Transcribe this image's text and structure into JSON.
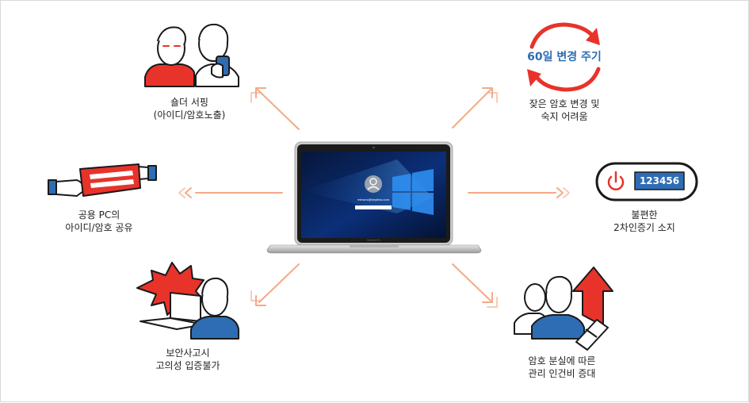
{
  "center": {
    "laptop_brand": "MacBook Air",
    "login_name": "minwoo@keyless.com"
  },
  "items": [
    {
      "id": "shoulder-surfing",
      "lines": [
        "숄더 서핑",
        "(아이디/암호노출)"
      ]
    },
    {
      "id": "password-rotation",
      "lines": [
        "잦은 암호 변경 및",
        "숙지 어려움"
      ],
      "badge": "60일 변경 주기"
    },
    {
      "id": "shared-pc",
      "lines": [
        "공용 PC의",
        "아이디/암호 공유"
      ]
    },
    {
      "id": "otp-token",
      "lines": [
        "불편한",
        "2차인증기 소지"
      ],
      "badge": "123456"
    },
    {
      "id": "security-incident",
      "lines": [
        "보안사고시",
        "고의성 입증불가"
      ]
    },
    {
      "id": "management-cost",
      "lines": [
        "암호 분실에 따른",
        "관리 인건비 증대"
      ]
    }
  ],
  "colors": {
    "arrow": "#f4a987",
    "red": "#e8332a",
    "blue": "#2e6db4",
    "dark": "#1a1a1a"
  }
}
